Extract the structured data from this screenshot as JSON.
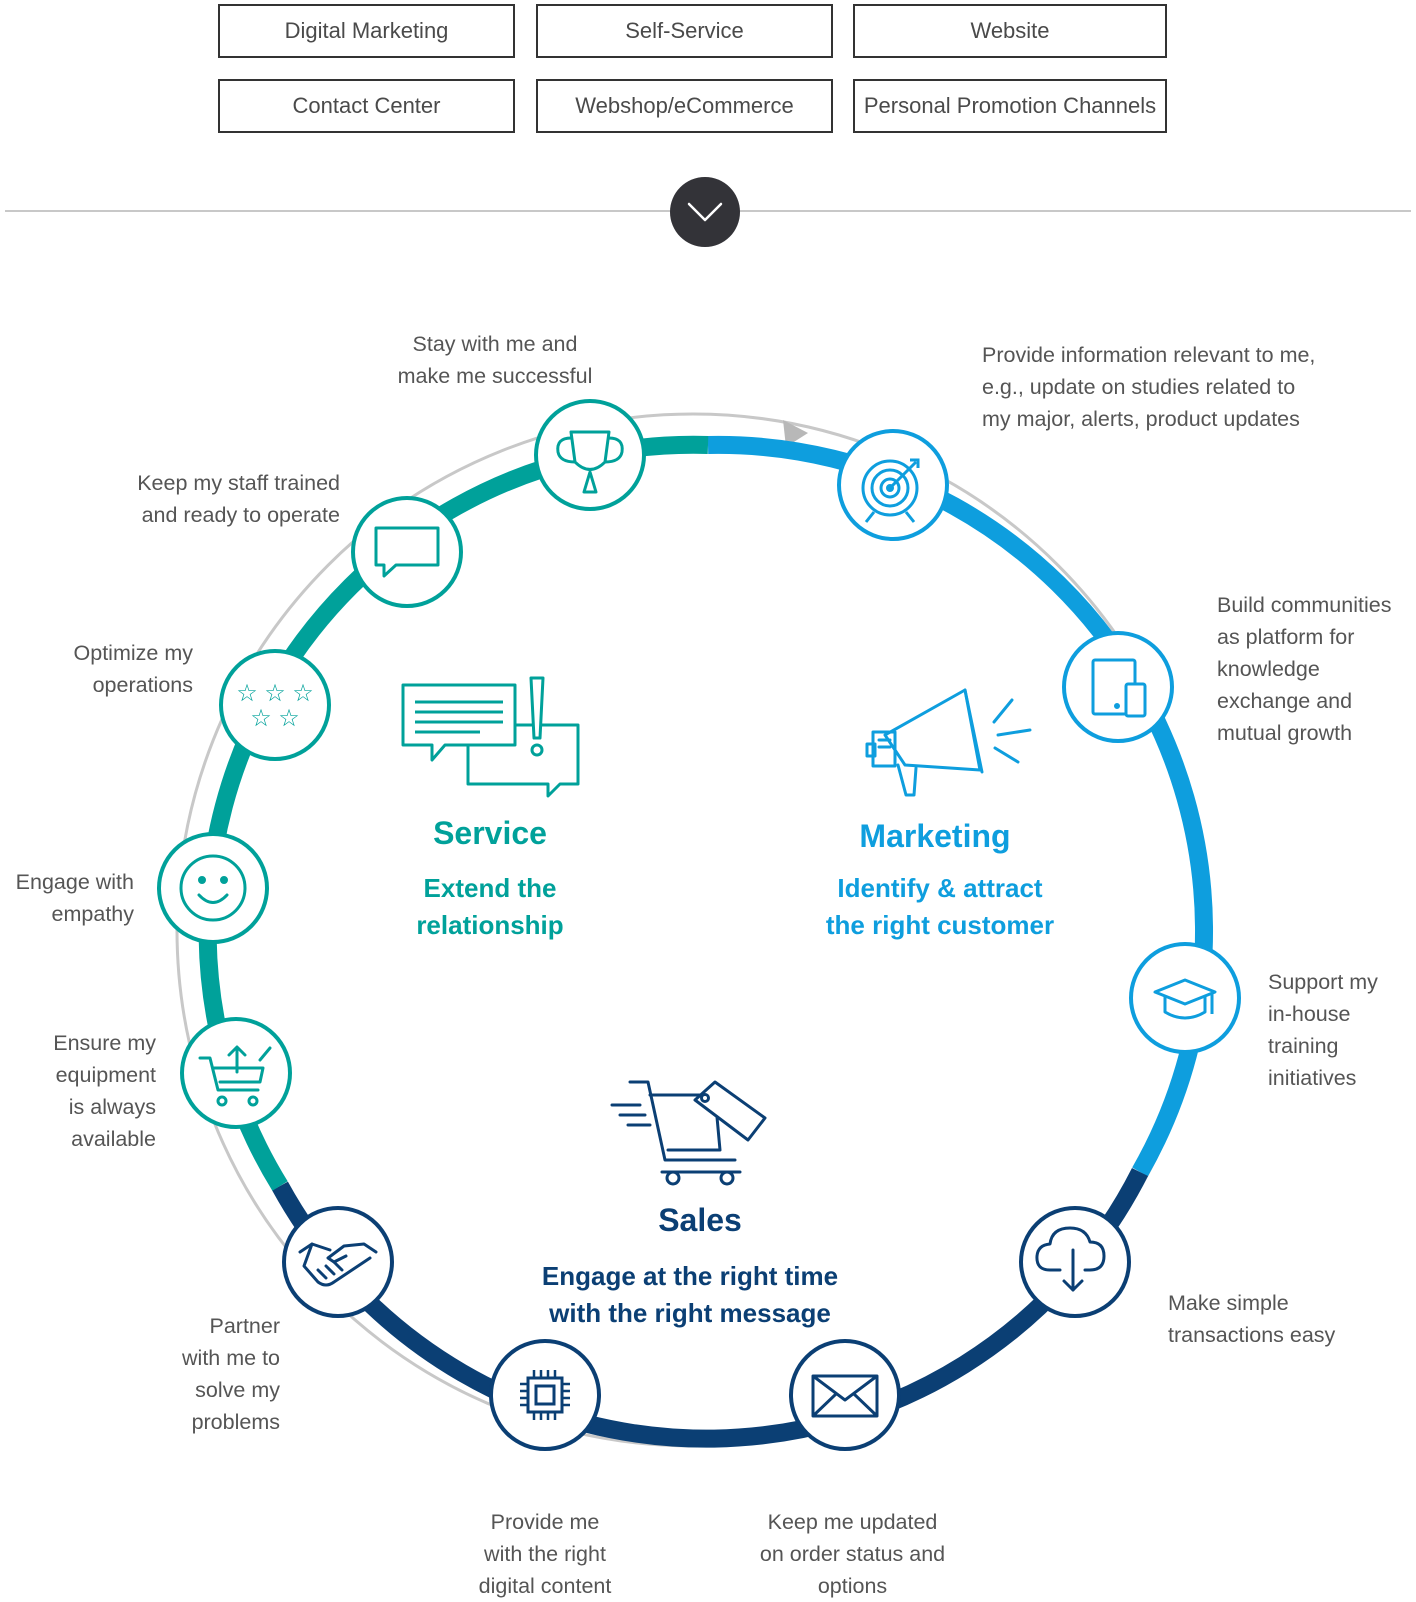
{
  "channels": [
    {
      "label": "Digital Marketing"
    },
    {
      "label": "Self-Service"
    },
    {
      "label": "Website"
    },
    {
      "label": "Contact Center"
    },
    {
      "label": "Webshop/eCommerce"
    },
    {
      "label": "Personal Promotion Channels"
    }
  ],
  "expand_icon": "chevron-down-icon",
  "segments": {
    "service": {
      "title": "Service",
      "subtitle_lines": [
        "Extend the",
        "relationship"
      ],
      "color": "#00a19a",
      "icon": "chat-alert-icon"
    },
    "marketing": {
      "title": "Marketing",
      "subtitle_lines": [
        "Identify & attract",
        "the right customer"
      ],
      "color": "#0e9ede",
      "icon": "megaphone-icon"
    },
    "sales": {
      "title": "Sales",
      "subtitle_lines": [
        "Engage at the right time",
        "with the right message"
      ],
      "color": "#0b3f74",
      "icon": "cart-tag-icon"
    }
  },
  "nodes": {
    "trophy": {
      "icon": "trophy-icon",
      "lines": [
        "Stay with me and",
        "make me successful"
      ]
    },
    "target": {
      "icon": "target-icon",
      "lines": [
        "Provide information relevant to me,",
        "e.g., update on studies related to",
        "my major, alerts, product updates"
      ]
    },
    "devices": {
      "icon": "devices-icon",
      "lines": [
        "Build communities",
        "as platform for",
        "knowledge",
        "exchange and",
        "mutual growth"
      ]
    },
    "graduation": {
      "icon": "graduation-cap-icon",
      "lines": [
        "Support my",
        "in-house",
        "training",
        "initiatives"
      ]
    },
    "cloud": {
      "icon": "cloud-download-icon",
      "lines": [
        "Make simple",
        "transactions easy"
      ]
    },
    "mail": {
      "icon": "envelope-icon",
      "lines": [
        "Keep me updated",
        "on order status and",
        "options"
      ]
    },
    "chip": {
      "icon": "chip-icon",
      "lines": [
        "Provide me",
        "with the right",
        "digital content"
      ]
    },
    "handshake": {
      "icon": "handshake-icon",
      "lines": [
        "Partner",
        "with me to",
        "solve my",
        "problems"
      ]
    },
    "cart": {
      "icon": "cart-upload-icon",
      "lines": [
        "Ensure my",
        "equipment",
        "is always",
        "available"
      ]
    },
    "smiley": {
      "icon": "smiley-icon",
      "lines": [
        "Engage with",
        "empathy"
      ]
    },
    "stars": {
      "icon": "stars-icon",
      "lines": [
        "Optimize my",
        "operations"
      ]
    },
    "chat": {
      "icon": "chat-icon",
      "lines": [
        "Keep my staff trained",
        "and ready to operate"
      ]
    }
  }
}
